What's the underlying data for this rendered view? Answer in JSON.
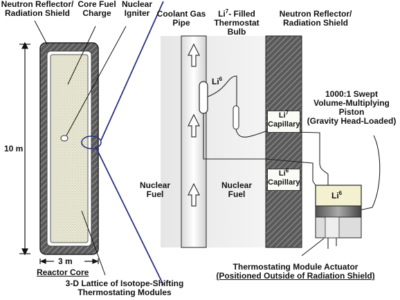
{
  "labels": {
    "reflector_left_1": "Neutron Reflector/",
    "reflector_left_2": "Radiation Shield",
    "core_fuel_1": "Core Fuel",
    "core_fuel_2": "Charge",
    "igniter_1": "Nuclear",
    "igniter_2": "Igniter",
    "coolant_1": "Coolant Gas",
    "coolant_2": "Pipe",
    "bulb_sup": "7",
    "bulb_1_a": "Li",
    "bulb_1_b": "- Filled",
    "bulb_2": "Thermostat",
    "bulb_3": "Bulb",
    "reflector_right_1": "Neutron Reflector/",
    "reflector_right_2": "Radiation Shield",
    "li6_bulb": "Li",
    "li6_sup": "6",
    "piston_1": "1000:1 Swept",
    "piston_2": "Volume-Multiplying",
    "piston_3": "Piston",
    "piston_4": "(Gravity Head-Loaded)",
    "cap7_a": "Li",
    "cap7_sup": "7",
    "cap7_b": "Capillary",
    "cap6_a": "Li",
    "cap6_sup": "6",
    "cap6_b": "Capillary",
    "fuel_left_1": "Nuclear",
    "fuel_left_2": "Fuel",
    "fuel_right_1": "Nuclear",
    "fuel_right_2": "Fuel",
    "piston_li": "Li",
    "piston_sup": "6",
    "height_dim": "10 m",
    "width_dim": "3 m",
    "reactor_core": "Reactor Core",
    "actuator_1": "Thermostating Module Actuator",
    "actuator_2": "(Positioned Outside of Radiation Shield)",
    "lattice_1": "3-D Lattice of Isotope-Shifting",
    "lattice_2": "Thermostating Modules"
  }
}
